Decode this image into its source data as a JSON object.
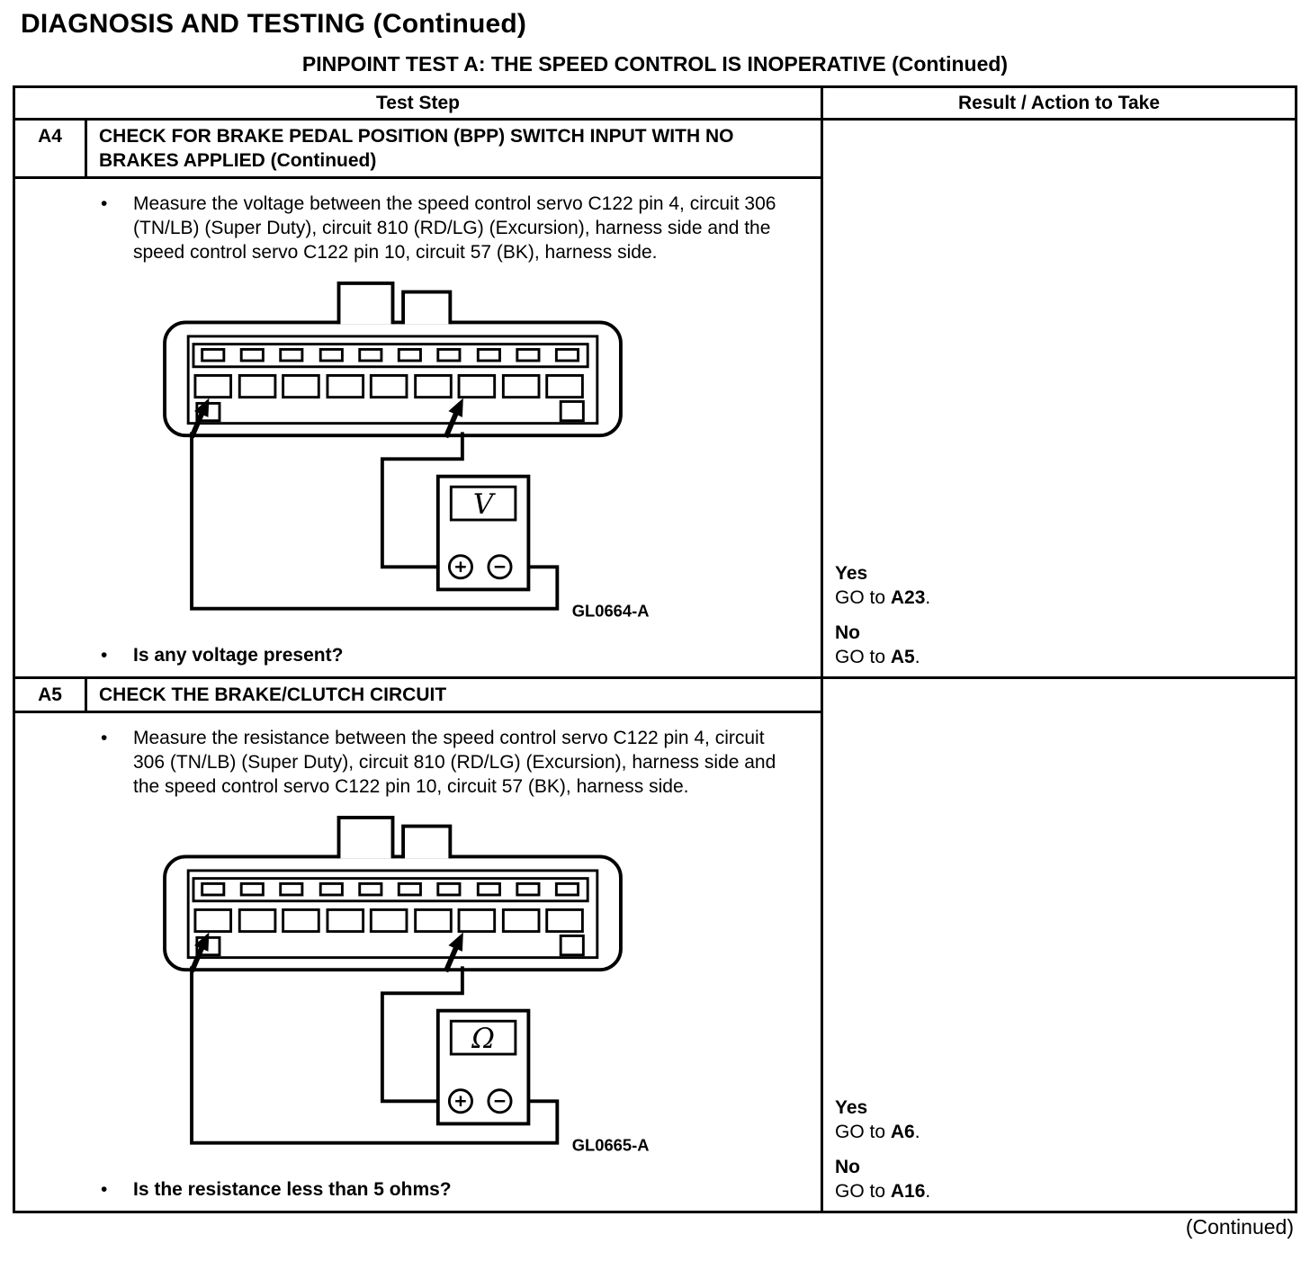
{
  "page": {
    "title": "DIAGNOSIS AND TESTING (Continued)",
    "subtitle": "PINPOINT TEST A: THE SPEED CONTROL IS INOPERATIVE (Continued)",
    "footer": "(Continued)"
  },
  "glyphs": {
    "bullet": "•"
  },
  "table": {
    "headers": {
      "test_step": "Test Step",
      "result": "Result / Action to Take"
    },
    "steps": [
      {
        "id": "A4",
        "title": "CHECK FOR BRAKE PEDAL POSITION (BPP) SWITCH INPUT WITH NO BRAKES APPLIED (Continued)",
        "instruction": "Measure the voltage between the speed control servo C122 pin 4, circuit 306 (TN/LB) (Super Duty), circuit 810 (RD/LG) (Excursion), harness side and the speed control servo C122 pin 10, circuit 57 (BK), harness side.",
        "figure": {
          "meter_symbol": "V",
          "label": "GL0664-A"
        },
        "question": "Is any voltage present?",
        "results": [
          {
            "answer": "Yes",
            "action_prefix": "GO to ",
            "target": "A23",
            "suffix": "."
          },
          {
            "answer": "No",
            "action_prefix": "GO to ",
            "target": "A5",
            "suffix": "."
          }
        ]
      },
      {
        "id": "A5",
        "title": "CHECK THE BRAKE/CLUTCH CIRCUIT",
        "instruction": "Measure the resistance between the speed control servo C122 pin 4, circuit 306 (TN/LB) (Super Duty), circuit 810 (RD/LG) (Excursion), harness side and the speed control servo C122 pin 10, circuit 57 (BK), harness side.",
        "figure": {
          "meter_symbol": "Ω",
          "label": "GL0665-A"
        },
        "question": "Is the resistance less than 5 ohms?",
        "results": [
          {
            "answer": "Yes",
            "action_prefix": "GO to ",
            "target": "A6",
            "suffix": "."
          },
          {
            "answer": "No",
            "action_prefix": "GO to ",
            "target": "A16",
            "suffix": "."
          }
        ]
      }
    ]
  }
}
